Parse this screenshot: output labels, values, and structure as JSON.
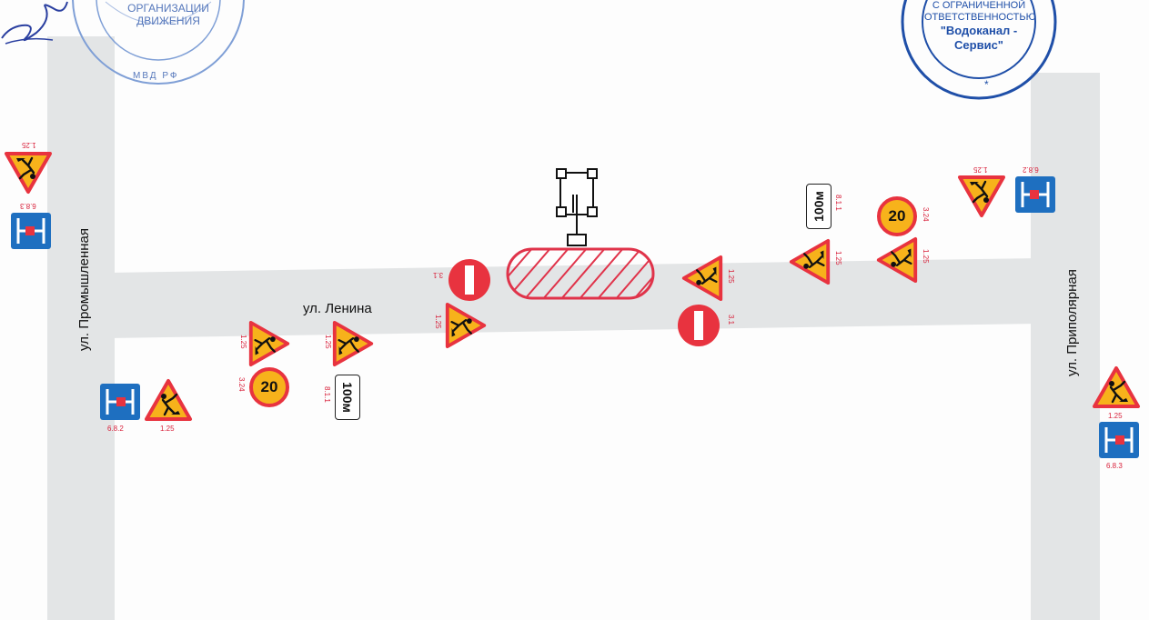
{
  "streets": {
    "horizontal": "ул. Ленина",
    "left": "ул. Промышленная",
    "right": "ул. Приполярная"
  },
  "sign_codes": {
    "roadworks": "1.25",
    "no_entry": "3.1",
    "speed_limit": "3.24",
    "distance": "8.1.1",
    "detour_a": "6.8.2",
    "detour_b": "6.8.3"
  },
  "sign_text": {
    "speed": "20",
    "distance": "100м"
  },
  "stamps": {
    "left": {
      "lines": [
        "ОРГАНИЗАЦИИ",
        "ДВИЖЕНИЯ"
      ],
      "bottom": "МВД РФ"
    },
    "right": {
      "lines": [
        "С ОГРАНИЧЕННОЙ",
        "ОТВЕТСТВЕННОСТЬЮ",
        "\"Водоканал -",
        "Сервис\""
      ],
      "star": "*"
    }
  },
  "colors": {
    "road": "#e3e5e6",
    "sign_red": "#e8333f",
    "sign_yellow": "#f7b21b",
    "detour_blue": "#1e6fc0",
    "stamp_blue": "#1f4fa8"
  },
  "icons": [
    "roadworks-sign-icon",
    "no-entry-sign-icon",
    "detour-sign-icon",
    "excavator-icon",
    "work-zone-icon",
    "stamp-icon",
    "signature-icon"
  ]
}
